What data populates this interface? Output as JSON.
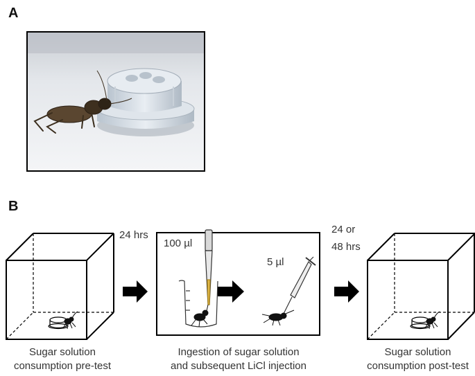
{
  "panel_a": {
    "label": "A"
  },
  "panel_b": {
    "label": "B",
    "interval_1": "24 hrs",
    "interval_2_line1": "24 or",
    "interval_2_line2": "48 hrs",
    "volume_feed": "100 µl",
    "volume_inject": "5 µl",
    "caption_left_line1": "Sugar solution",
    "caption_left_line2": "consumption pre-test",
    "caption_mid_line1": "Ingestion of sugar solution",
    "caption_mid_line2": "and subsequent LiCl injection",
    "caption_right_line1": "Sugar solution",
    "caption_right_line2": "consumption post-test"
  }
}
